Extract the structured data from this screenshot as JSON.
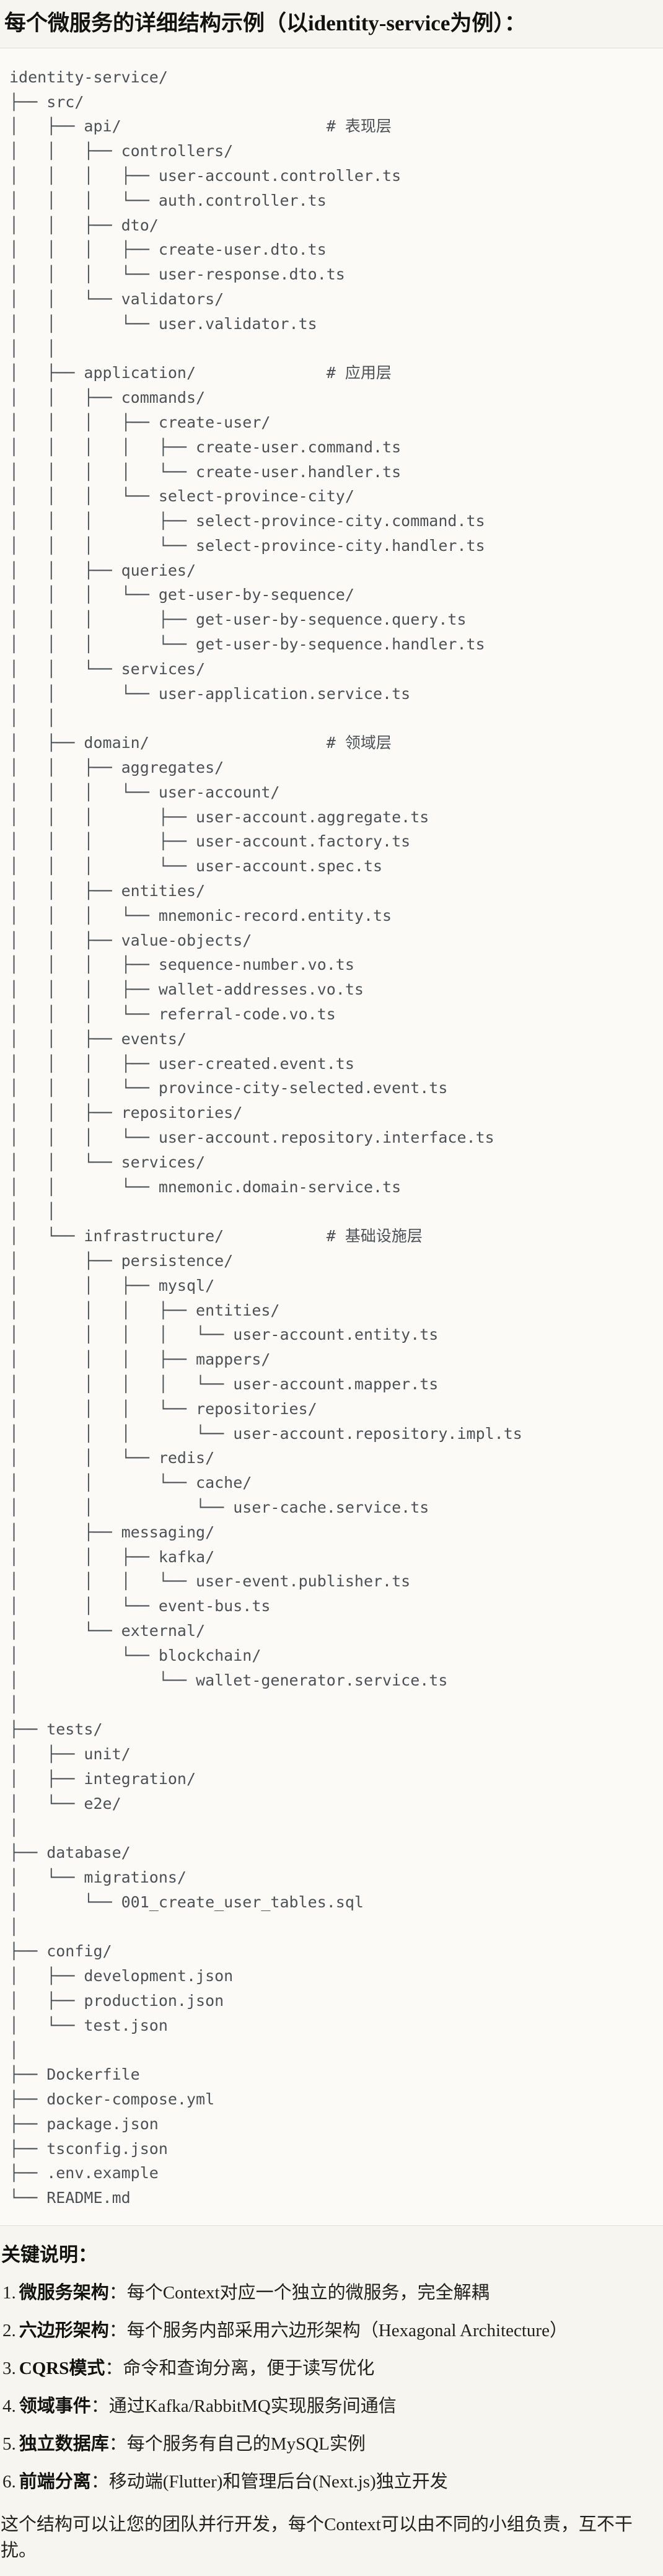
{
  "page": {
    "title_heading": "每个微服务的详细结构示例（以identity-service为例）：",
    "code_block": {
      "language": "text",
      "lines": [
        "identity-service/",
        "├── src/",
        "│   ├── api/                      # 表现层",
        "│   │   ├── controllers/",
        "│   │   │   ├── user-account.controller.ts",
        "│   │   │   └── auth.controller.ts",
        "│   │   ├── dto/",
        "│   │   │   ├── create-user.dto.ts",
        "│   │   │   └── user-response.dto.ts",
        "│   │   └── validators/",
        "│   │       └── user.validator.ts",
        "│   │",
        "│   ├── application/              # 应用层",
        "│   │   ├── commands/",
        "│   │   │   ├── create-user/",
        "│   │   │   │   ├── create-user.command.ts",
        "│   │   │   │   └── create-user.handler.ts",
        "│   │   │   └── select-province-city/",
        "│   │   │       ├── select-province-city.command.ts",
        "│   │   │       └── select-province-city.handler.ts",
        "│   │   ├── queries/",
        "│   │   │   └── get-user-by-sequence/",
        "│   │   │       ├── get-user-by-sequence.query.ts",
        "│   │   │       └── get-user-by-sequence.handler.ts",
        "│   │   └── services/",
        "│   │       └── user-application.service.ts",
        "│   │",
        "│   ├── domain/                   # 领域层",
        "│   │   ├── aggregates/",
        "│   │   │   └── user-account/",
        "│   │   │       ├── user-account.aggregate.ts",
        "│   │   │       ├── user-account.factory.ts",
        "│   │   │       └── user-account.spec.ts",
        "│   │   ├── entities/",
        "│   │   │   └── mnemonic-record.entity.ts",
        "│   │   ├── value-objects/",
        "│   │   │   ├── sequence-number.vo.ts",
        "│   │   │   ├── wallet-addresses.vo.ts",
        "│   │   │   └── referral-code.vo.ts",
        "│   │   ├── events/",
        "│   │   │   ├── user-created.event.ts",
        "│   │   │   └── province-city-selected.event.ts",
        "│   │   ├── repositories/",
        "│   │   │   └── user-account.repository.interface.ts",
        "│   │   └── services/",
        "│   │       └── mnemonic.domain-service.ts",
        "│   │",
        "│   └── infrastructure/           # 基础设施层",
        "│       ├── persistence/",
        "│       │   ├── mysql/",
        "│       │   │   ├── entities/",
        "│       │   │   │   └── user-account.entity.ts",
        "│       │   │   ├── mappers/",
        "│       │   │   │   └── user-account.mapper.ts",
        "│       │   │   └── repositories/",
        "│       │   │       └── user-account.repository.impl.ts",
        "│       │   └── redis/",
        "│       │       └── cache/",
        "│       │           └── user-cache.service.ts",
        "│       ├── messaging/",
        "│       │   ├── kafka/",
        "│       │   │   └── user-event.publisher.ts",
        "│       │   └── event-bus.ts",
        "│       └── external/",
        "│           └── blockchain/",
        "│               └── wallet-generator.service.ts",
        "│",
        "├── tests/",
        "│   ├── unit/",
        "│   ├── integration/",
        "│   └── e2e/",
        "│",
        "├── database/",
        "│   └── migrations/",
        "│       └── 001_create_user_tables.sql",
        "│",
        "├── config/",
        "│   ├── development.json",
        "│   ├── production.json",
        "│   └── test.json",
        "│",
        "├── Dockerfile",
        "├── docker-compose.yml",
        "├── package.json",
        "├── tsconfig.json",
        "├── .env.example",
        "└── README.md"
      ]
    },
    "notes": {
      "heading": "关键说明：",
      "items": [
        {
          "num": "1.",
          "label": "微服务架构",
          "sep": "：",
          "text": "每个Context对应一个独立的微服务，完全解耦"
        },
        {
          "num": "2.",
          "label": "六边形架构",
          "sep": "：",
          "text": "每个服务内部采用六边形架构（Hexagonal Architecture）"
        },
        {
          "num": "3.",
          "label": "CQRS模式",
          "sep": "：",
          "text": "命令和查询分离，便于读写优化"
        },
        {
          "num": "4.",
          "label": "领域事件",
          "sep": "：",
          "text": "通过Kafka/RabbitMQ实现服务间通信"
        },
        {
          "num": "5.",
          "label": "独立数据库",
          "sep": "：",
          "text": "每个服务有自己的MySQL实例"
        },
        {
          "num": "6.",
          "label": "前端分离",
          "sep": "：",
          "text": "移动端(Flutter)和管理后台(Next.js)独立开发"
        }
      ]
    },
    "closing_paragraph": "这个结构可以让您的团队并行开发，每个Context可以由不同的小组负责，互不干扰。"
  },
  "colors": {
    "page_background": "#f6f5f0",
    "code_background": "#fbfaf7",
    "code_border": "#dedcd6",
    "code_text": "#4c5156",
    "body_text": "#22211e",
    "heading_text": "#121210"
  }
}
